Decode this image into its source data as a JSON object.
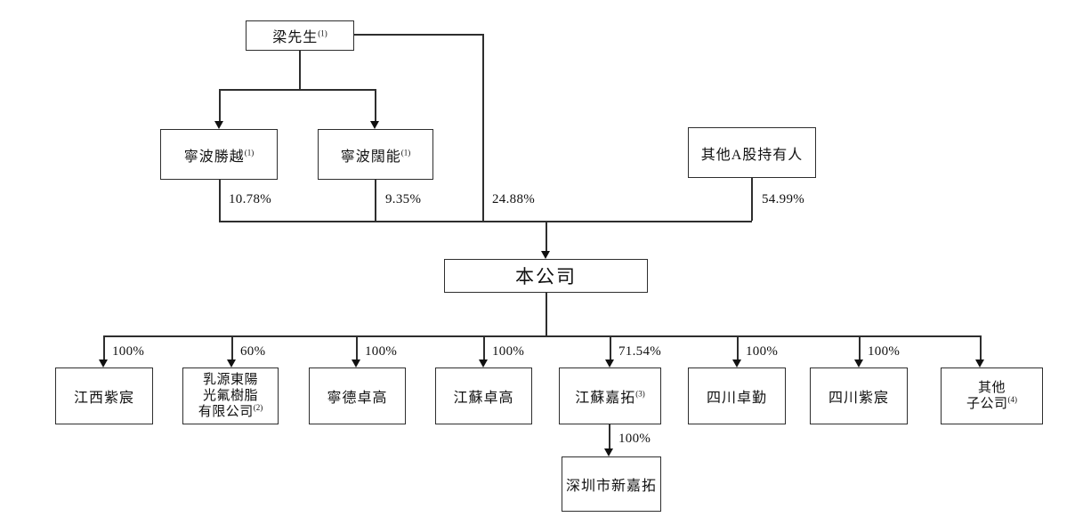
{
  "nodes": {
    "liang": {
      "label": "梁先生",
      "sup": "(1)"
    },
    "ningbo_shengyue": {
      "label": "寧波勝越",
      "sup": "(1)"
    },
    "ningbo_kuoneng": {
      "label": "寧波闊能",
      "sup": "(1)"
    },
    "other_a_share_holders": {
      "label": "其他A股持有人"
    },
    "company": {
      "label": "本公司"
    },
    "jiangxi_zichen": {
      "label": "江西紫宸"
    },
    "ruyuan_dongyangguang": {
      "line1": "乳源東陽",
      "line2": "光氟樹脂",
      "line3": "有限公司",
      "sup": "(2)"
    },
    "ningde_zhuogao": {
      "label": "寧德卓高"
    },
    "jiangsu_zhuogao": {
      "label": "江蘇卓高"
    },
    "jiangsu_jiatuo": {
      "label": "江蘇嘉拓",
      "sup": "(3)"
    },
    "sichuan_zhuoqin": {
      "label": "四川卓勤"
    },
    "sichuan_zichen": {
      "label": "四川紫宸"
    },
    "other_subsidiaries": {
      "line1": "其他",
      "line2": "子公司",
      "sup": "(4)"
    },
    "shenzhen_xinjiatuo": {
      "label": "深圳市新嘉拓"
    }
  },
  "percentages": {
    "ningbo_shengyue_in_company": "10.78%",
    "ningbo_kuoneng_in_company": "9.35%",
    "liang_in_company": "24.88%",
    "other_a_in_company": "54.99%",
    "jiangxi_zichen": "100%",
    "ruyuan_dongyangguang": "60%",
    "ningde_zhuogao": "100%",
    "jiangsu_zhuogao": "100%",
    "jiangsu_jiatuo": "71.54%",
    "sichuan_zhuoqin": "100%",
    "sichuan_zichen": "100%",
    "shenzhen_xinjiatuo": "100%"
  }
}
